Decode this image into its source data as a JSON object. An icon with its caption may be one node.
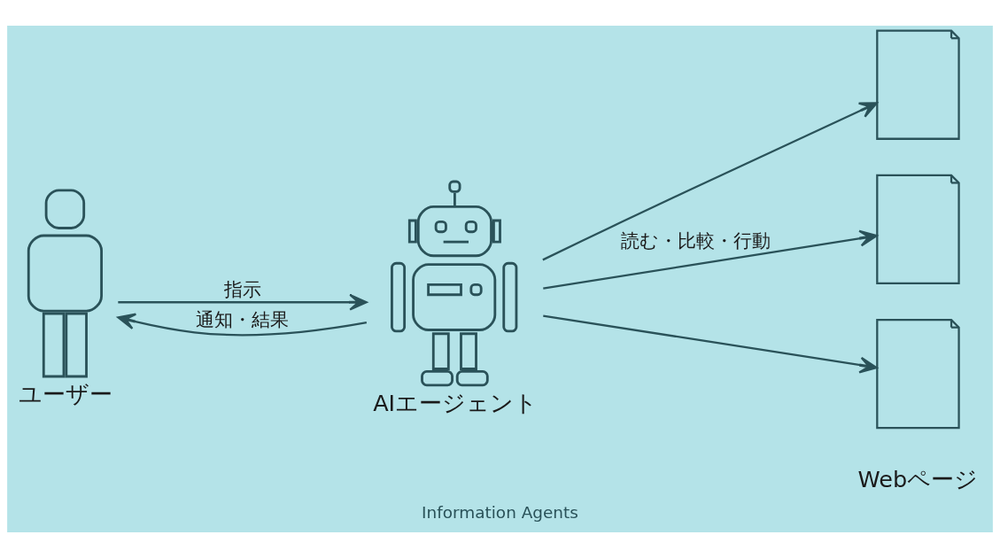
{
  "diagram": {
    "caption": "Information Agents",
    "nodes": [
      {
        "text": [],
        "shape": "person",
        "beside": [
          "ユーザー"
        ]
      },
      {
        "text": [],
        "shape": "robot",
        "beside": [
          "AIエージェント"
        ]
      },
      {
        "text": [],
        "shape": "document"
      },
      {
        "text": [],
        "shape": "document"
      },
      {
        "text": [],
        "shape": "document",
        "beside": [
          "Webページ"
        ]
      }
    ],
    "edges": [
      {
        "from": 0,
        "to": 1,
        "arrow": "to",
        "label": "指示"
      },
      {
        "from": 1,
        "to": 0,
        "arrow": "to",
        "label": "通知・結果"
      },
      {
        "from": 1,
        "to": 2,
        "arrow": "to"
      },
      {
        "from": 1,
        "to": 3,
        "arrow": "to",
        "label": "読む・比較・行動"
      },
      {
        "from": 1,
        "to": 4,
        "arrow": "to"
      }
    ]
  }
}
